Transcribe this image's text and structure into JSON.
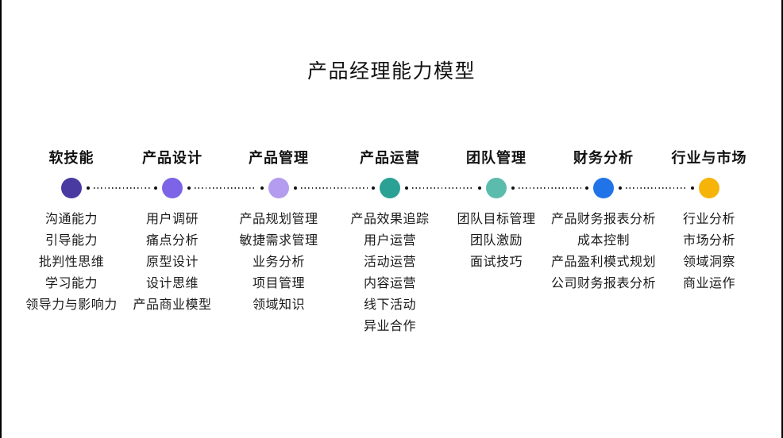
{
  "title": "产品经理能力模型",
  "columns": [
    {
      "label": "软技能",
      "color": "#493AA2",
      "items": [
        "沟通能力",
        "引导能力",
        "批判性思维",
        "学习能力",
        "领导力与影响力"
      ]
    },
    {
      "label": "产品设计",
      "color": "#7D64E6",
      "items": [
        "用户调研",
        "痛点分析",
        "原型设计",
        "设计思维",
        "产品商业模型"
      ]
    },
    {
      "label": "产品管理",
      "color": "#B49CEF",
      "items": [
        "产品规划管理",
        "敏捷需求管理",
        "业务分析",
        "项目管理",
        "领域知识"
      ]
    },
    {
      "label": "产品运营",
      "color": "#2BA095",
      "items": [
        "产品效果追踪",
        "用户运营",
        "活动运营",
        "内容运营",
        "线下活动",
        "异业合作"
      ]
    },
    {
      "label": "团队管理",
      "color": "#5BBCAD",
      "items": [
        "团队目标管理",
        "团队激励",
        "面试技巧"
      ]
    },
    {
      "label": "财务分析",
      "color": "#2173E8",
      "items": [
        "产品财务报表分析",
        "成本控制",
        "产品盈利模式规划",
        "公司财务报表分析"
      ]
    },
    {
      "label": "行业与市场",
      "color": "#F6B40B",
      "items": [
        "行业分析",
        "市场分析",
        "领域洞察",
        "商业运作"
      ]
    }
  ]
}
